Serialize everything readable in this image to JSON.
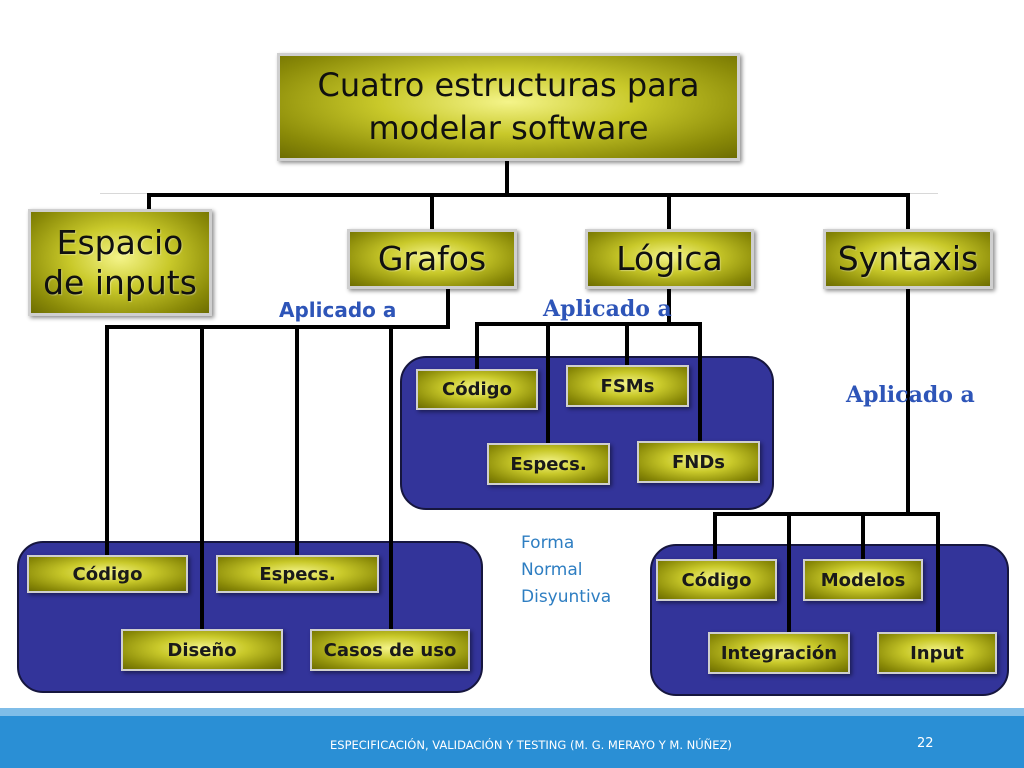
{
  "title": "Cuatro estructuras para modelar software",
  "categories": {
    "espacio": "Espacio de inputs",
    "grafos": "Grafos",
    "logica": "Lógica",
    "syntaxis": "Syntaxis"
  },
  "applied_labels": {
    "grafos": "Aplicado a",
    "logica": "Aplicado a",
    "syntaxis": "Aplicado a"
  },
  "grafos_items": {
    "codigo": "Código",
    "especs": "Especs.",
    "diseno": "Diseño",
    "casos": "Casos de uso"
  },
  "logica_items": {
    "codigo": "Código",
    "fsms": "FSMs",
    "especs": "Especs.",
    "fnds": "FNDs"
  },
  "syntaxis_items": {
    "codigo": "Código",
    "modelos": "Modelos",
    "integracion": "Integración",
    "input": "Input"
  },
  "fnd_note": [
    "Forma",
    "Normal",
    "Disyuntiva"
  ],
  "footer": {
    "text": "ESPECIFICACIÓN, VALIDACIÓN Y TESTING (M. G. MERAYO Y M. NÚÑEZ)",
    "page": "22"
  },
  "colors": {
    "panel": "#33349a",
    "box_gold": "#c9c92a",
    "applied_text": "#2e55b8",
    "footer": "#2a8fd5"
  }
}
